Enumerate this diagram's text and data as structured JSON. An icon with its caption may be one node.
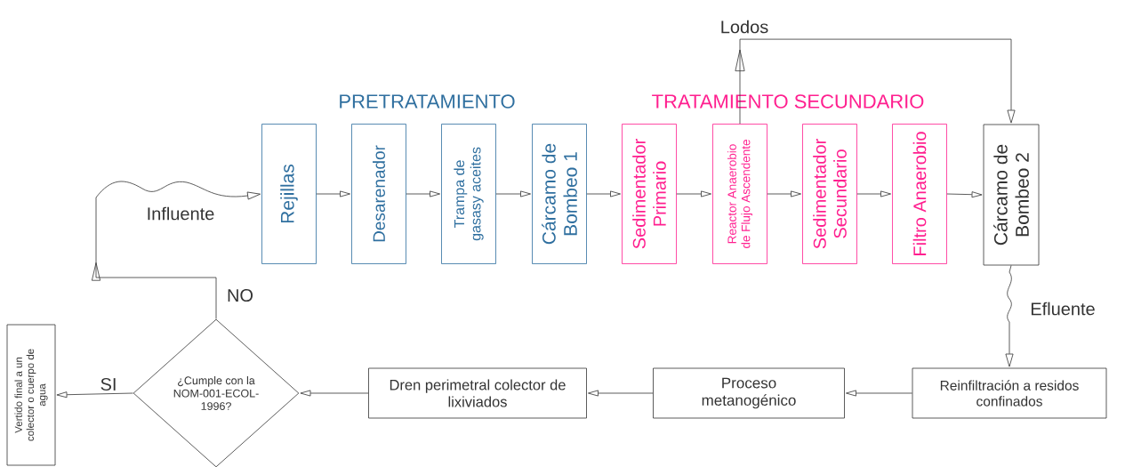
{
  "diagram": {
    "nodes": [
      {
        "text": [
          "Rejillas"
        ]
      },
      {
        "text": [
          "Desarenador"
        ]
      },
      {
        "text": [
          "Trampa de gasasy aceites"
        ]
      },
      {
        "text": [
          "Cárcamo de Bombeo 1"
        ]
      },
      {
        "text": [
          "Sedimentador Primario"
        ]
      },
      {
        "text": [
          "Reactor Anaerobio de Flujo Ascendente"
        ]
      },
      {
        "text": [
          "Sedimentador Secundario"
        ]
      },
      {
        "text": [
          "Filtro Anaerobio"
        ]
      },
      {
        "text": [
          "Cárcamo de Bombeo 2"
        ]
      },
      {
        "text": [
          "Reinfiltración a residos confinados"
        ]
      },
      {
        "text": [
          "Proceso metanogénico"
        ]
      },
      {
        "text": [
          "Dren perimetral colector de lixiviados"
        ]
      },
      {
        "text": [
          "¿Cumple con la NOM-001-ECOL-1996?"
        ]
      },
      {
        "text": [
          "Vertido final a un colector o cuerpo de agua"
        ]
      }
    ],
    "edges": [
      {
        "from": 0,
        "to": 1,
        "arrow": "to"
      },
      {
        "from": 1,
        "to": 2,
        "arrow": "to"
      },
      {
        "from": 2,
        "to": 3,
        "arrow": "to"
      },
      {
        "from": 3,
        "to": 4,
        "arrow": "to"
      },
      {
        "from": 4,
        "to": 5,
        "arrow": "to"
      },
      {
        "from": 5,
        "to": 6,
        "arrow": "to"
      },
      {
        "from": 6,
        "to": 7,
        "arrow": "to"
      },
      {
        "from": 7,
        "to": 8,
        "arrow": "to"
      },
      {
        "from": 5,
        "to": 8,
        "arrow": "to",
        "label": "Lodos"
      },
      {
        "from": 8,
        "to": 9,
        "arrow": "to",
        "label": "Efluente"
      },
      {
        "from": 9,
        "to": 10,
        "arrow": "to"
      },
      {
        "from": 10,
        "to": 11,
        "arrow": "to"
      },
      {
        "from": 11,
        "to": 12,
        "arrow": "to"
      },
      {
        "from": 12,
        "to": 13,
        "arrow": "to",
        "label": "SI"
      },
      {
        "from": 12,
        "to": 0,
        "arrow": "to",
        "label": "NO"
      }
    ],
    "labels": [
      "PRETRATAMIENTO",
      "TRATAMIENTO SECUNDARIO",
      "Influente"
    ]
  }
}
